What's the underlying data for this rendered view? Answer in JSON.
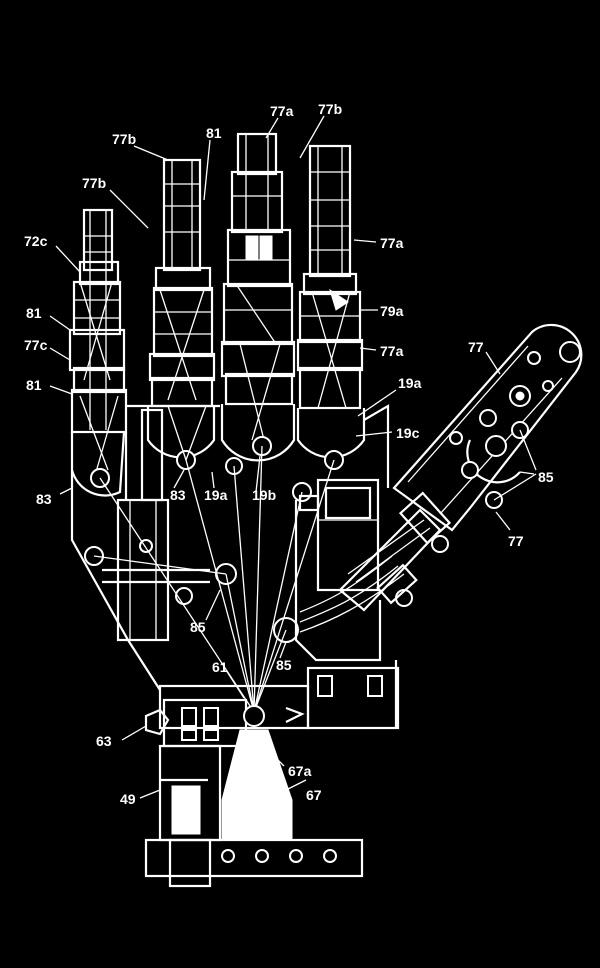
{
  "background_color": "#000000",
  "line_color": "#ffffff",
  "labels": {
    "l77a_top": "77a",
    "l77b_top_right": "77b",
    "l81_top": "81",
    "l77b_index": "77b",
    "l77b_middle": "77b",
    "l72c": "72c",
    "l81_pinky_upper": "81",
    "l77c": "77c",
    "l81_pinky_lower": "81",
    "l77a_right_upper": "77a",
    "l79a": "79a",
    "l77a_right_lower": "77a",
    "l77_thumb": "77",
    "l19a": "19a",
    "l19c": "19c",
    "l85_thumb": "85",
    "l77_thumb_lower": "77",
    "l83_pinky": "83",
    "l83_ring": "83",
    "l19a_ring": "19a",
    "l19b": "19b",
    "l85_palm_left": "85",
    "l85_palm_right": "85",
    "l61": "61",
    "l63": "63",
    "l67a": "67a",
    "l67": "67",
    "l49": "49"
  }
}
